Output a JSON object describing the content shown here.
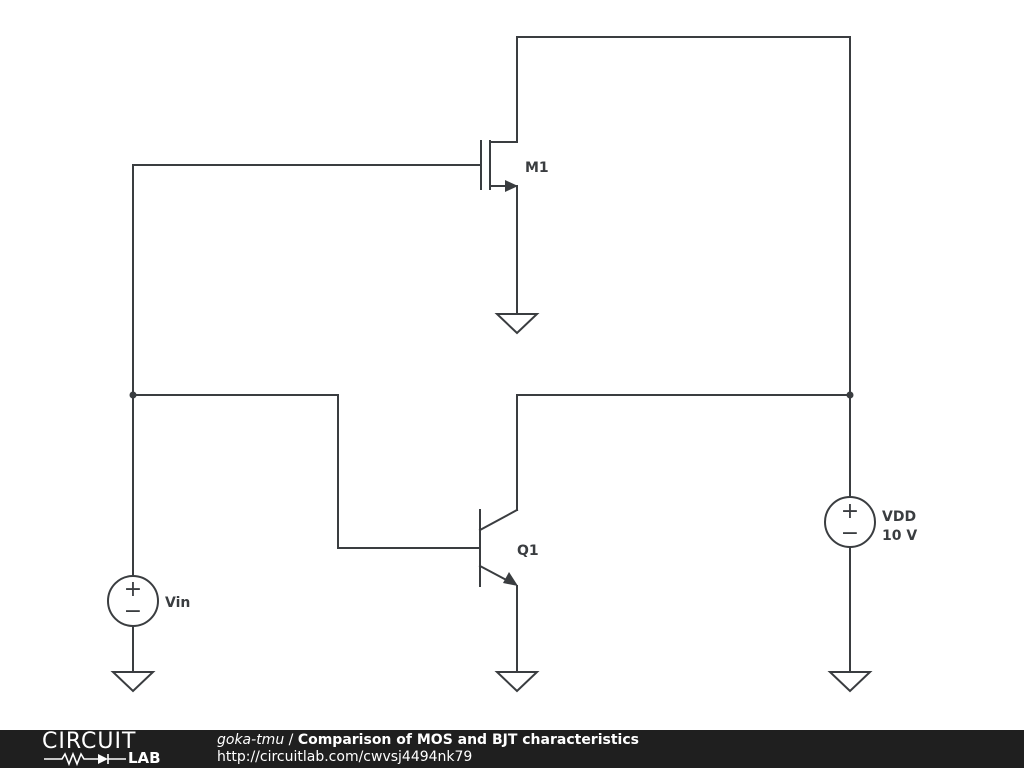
{
  "schematic": {
    "components": {
      "m1": {
        "label": "M1"
      },
      "q1": {
        "label": "Q1"
      },
      "vin": {
        "label": "Vin"
      },
      "vdd": {
        "label": "VDD",
        "value": "10 V"
      }
    },
    "source_plus": "+",
    "source_minus": "−"
  },
  "footer": {
    "logo_top": "CIRCUIT",
    "logo_bottom": "LAB",
    "author": "goka-tmu",
    "separator": " / ",
    "title": "Comparison of MOS and BJT characteristics",
    "url": "http://circuitlab.com/cwvsj4494nk79"
  },
  "colors": {
    "wire": "#3a3d40",
    "footer_bg": "#1f1f1f",
    "footer_text": "#ffffff"
  }
}
